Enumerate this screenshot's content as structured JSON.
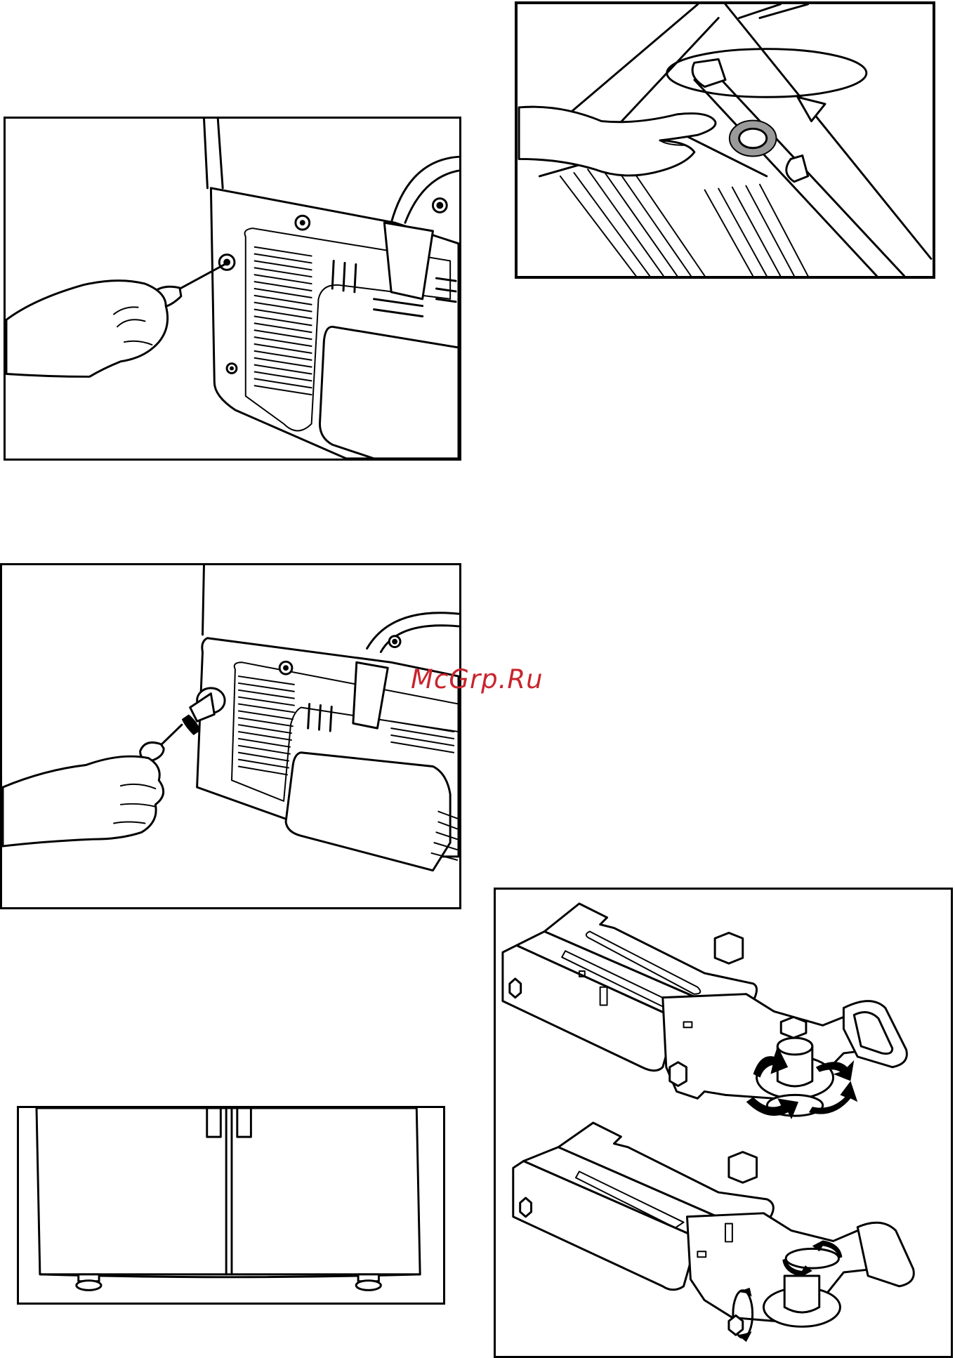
{
  "watermark": {
    "text": "McGrp.Ru",
    "color": "#c8242c"
  },
  "illustrations": [
    {
      "id": "rear-panel-screwdriver-top",
      "icon": "screwdriver-icon"
    },
    {
      "id": "hinge-cover-rotate",
      "icon": "rotate-arrow-icon"
    },
    {
      "id": "rear-panel-screwdriver-cap",
      "icon": "screwdriver-icon"
    },
    {
      "id": "appliance-front-feet",
      "icon": "adjustable-foot-icon"
    },
    {
      "id": "hinge-bracket-rotation",
      "icon": "rotation-arrows-icon"
    }
  ]
}
